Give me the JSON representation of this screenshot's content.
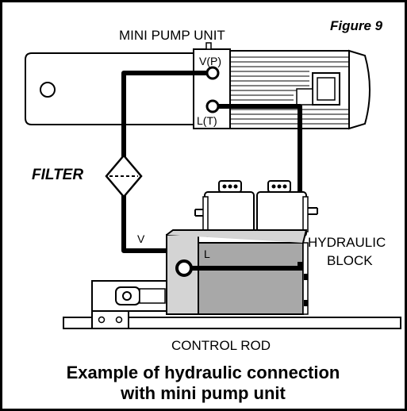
{
  "figure": {
    "label": "Figure 9",
    "caption_line1": "Example of hydraulic connection",
    "caption_line2": "with mini pump unit"
  },
  "labels": {
    "mini_pump_unit": "MINI PUMP UNIT",
    "port_v_p": "V(P)",
    "port_l_t": "L(T)",
    "filter": "FILTER",
    "line_v": "V",
    "block_l": "L",
    "hydraulic": "HYDRAULIC",
    "block": "BLOCK",
    "control_rod": "CONTROL ROD"
  },
  "colors": {
    "stroke": "#000000",
    "block_light": "#d4d4d4",
    "block_dark": "#a8a8a8",
    "background": "#ffffff"
  }
}
